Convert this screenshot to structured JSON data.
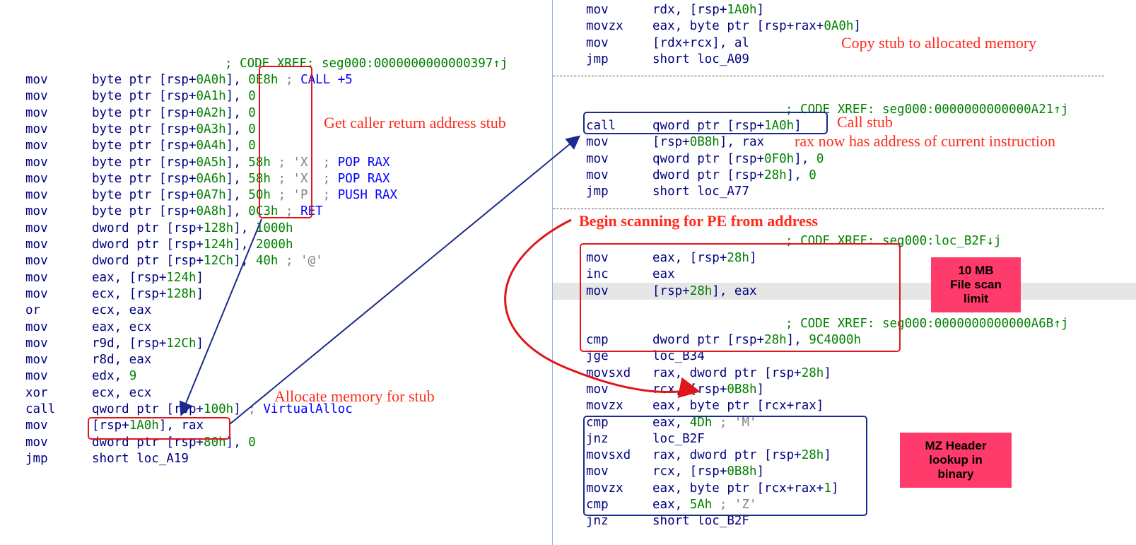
{
  "left": {
    "xref": "; CODE XREF: seg000:0000000000000397↑j",
    "lines": [
      {
        "m": "mov",
        "o": "byte ptr [rsp+0A0h], 0E8h ; CALL +5"
      },
      {
        "m": "mov",
        "o": "byte ptr [rsp+0A1h], 0"
      },
      {
        "m": "mov",
        "o": "byte ptr [rsp+0A2h], 0"
      },
      {
        "m": "mov",
        "o": "byte ptr [rsp+0A3h], 0"
      },
      {
        "m": "mov",
        "o": "byte ptr [rsp+0A4h], 0"
      },
      {
        "m": "mov",
        "o": "byte ptr [rsp+0A5h], 58h ; 'X' ; POP RAX"
      },
      {
        "m": "mov",
        "o": "byte ptr [rsp+0A6h], 58h ; 'X' ; POP RAX"
      },
      {
        "m": "mov",
        "o": "byte ptr [rsp+0A7h], 50h ; 'P' ; PUSH RAX"
      },
      {
        "m": "mov",
        "o": "byte ptr [rsp+0A8h], 0C3h ; RET"
      },
      {
        "m": "mov",
        "o": "dword ptr [rsp+128h], 1000h"
      },
      {
        "m": "mov",
        "o": "dword ptr [rsp+124h], 2000h"
      },
      {
        "m": "mov",
        "o": "dword ptr [rsp+12Ch], 40h ; '@'"
      },
      {
        "m": "mov",
        "o": "eax, [rsp+124h]"
      },
      {
        "m": "mov",
        "o": "ecx, [rsp+128h]"
      },
      {
        "m": "or",
        "o": "ecx, eax"
      },
      {
        "m": "mov",
        "o": "eax, ecx"
      },
      {
        "m": "mov",
        "o": "r9d, [rsp+12Ch]"
      },
      {
        "m": "mov",
        "o": "r8d, eax"
      },
      {
        "m": "mov",
        "o": "edx, 9"
      },
      {
        "m": "xor",
        "o": "ecx, ecx"
      },
      {
        "m": "call",
        "o": "qword ptr [rsp+100h] ; VirtualAlloc"
      },
      {
        "m": "mov",
        "o": "[rsp+1A0h], rax"
      },
      {
        "m": "mov",
        "o": "dword ptr [rsp+80h], 0"
      },
      {
        "m": "jmp",
        "o": "short loc_A19"
      }
    ],
    "notes": {
      "stub": "Get caller return address stub",
      "alloc": "Allocate memory for stub"
    }
  },
  "right": {
    "block1": [
      {
        "m": "mov",
        "o": "rdx, [rsp+1A0h]"
      },
      {
        "m": "movzx",
        "o": "eax, byte ptr [rsp+rax+0A0h]"
      },
      {
        "m": "mov",
        "o": "[rdx+rcx], al"
      },
      {
        "m": "jmp",
        "o": "short loc_A09"
      }
    ],
    "xref1": "; CODE XREF: seg000:0000000000000A21↑j",
    "block2": [
      {
        "m": "call",
        "o": "qword ptr [rsp+1A0h]"
      },
      {
        "m": "mov",
        "o": "[rsp+0B8h], rax"
      },
      {
        "m": "mov",
        "o": "qword ptr [rsp+0F0h], 0"
      },
      {
        "m": "mov",
        "o": "dword ptr [rsp+28h], 0"
      },
      {
        "m": "jmp",
        "o": "short loc_A77"
      }
    ],
    "xref2": "; CODE XREF: seg000:loc_B2F↓j",
    "block3": [
      {
        "m": "mov",
        "o": "eax, [rsp+28h]"
      },
      {
        "m": "inc",
        "o": "eax"
      },
      {
        "m": "mov",
        "o": "[rsp+28h], eax"
      }
    ],
    "xref3": "; CODE XREF: seg000:0000000000000A6B↑j",
    "block4": [
      {
        "m": "cmp",
        "o": "dword ptr [rsp+28h], 9C4000h"
      },
      {
        "m": "jge",
        "o": "loc_B34"
      },
      {
        "m": "movsxd",
        "o": "rax, dword ptr [rsp+28h]"
      },
      {
        "m": "mov",
        "o": "rcx, [rsp+0B8h]"
      },
      {
        "m": "movzx",
        "o": "eax, byte ptr [rcx+rax]"
      },
      {
        "m": "cmp",
        "o": "eax, 4Dh ; 'M'"
      },
      {
        "m": "jnz",
        "o": "loc_B2F"
      },
      {
        "m": "movsxd",
        "o": "rax, dword ptr [rsp+28h]"
      },
      {
        "m": "mov",
        "o": "rcx, [rsp+0B8h]"
      },
      {
        "m": "movzx",
        "o": "eax, byte ptr [rcx+rax+1]"
      },
      {
        "m": "cmp",
        "o": "eax, 5Ah ; 'Z'"
      },
      {
        "m": "jnz",
        "o": "short loc_B2F"
      }
    ],
    "notes": {
      "copy": "Copy stub to allocated memory",
      "callstub": "Call stub",
      "rax": "rax now has address of current instruction",
      "scan": "Begin scanning for PE from address"
    },
    "badges": {
      "limit": "10 MB\nFile scan\nlimit",
      "mz": "MZ Header\nlookup in\nbinary"
    }
  },
  "colors": {
    "mnemonic": "#000080",
    "number": "#008000",
    "comment": "#808080",
    "annotation": "#ff2a1a",
    "badge": "#ff3b6b",
    "red_box": "#e0161b",
    "blue_box": "#1b2a8c"
  }
}
